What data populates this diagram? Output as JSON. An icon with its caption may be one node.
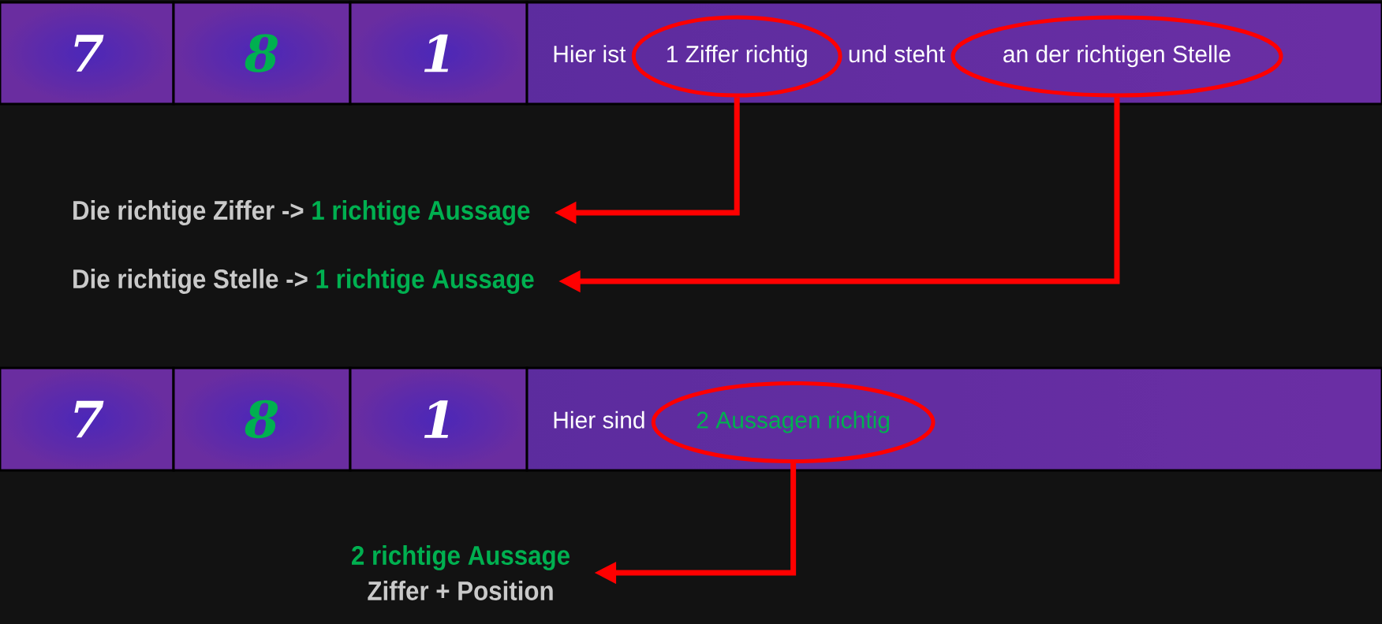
{
  "diagram": {
    "nodes": [
      {
        "text": [
          "7"
        ]
      },
      {
        "text": [
          "8"
        ]
      },
      {
        "text": [
          "1"
        ]
      },
      {
        "text": [
          "Hier ist",
          "und steht"
        ]
      },
      {
        "text": [
          "1 Ziffer richtig"
        ],
        "in": 3
      },
      {
        "text": [
          "an der richtigen Stelle"
        ],
        "in": 3
      },
      {
        "text": [
          "Die richtige Ziffer ->",
          "1 richtige Aussage"
        ]
      },
      {
        "text": [
          "Die richtige Stelle ->",
          "1 richtige Aussage"
        ]
      },
      {
        "text": [
          "7"
        ]
      },
      {
        "text": [
          "8"
        ]
      },
      {
        "text": [
          "1"
        ]
      },
      {
        "text": [
          "Hier sind"
        ]
      },
      {
        "text": [
          "2 Aussagen richtig"
        ],
        "in": 11
      },
      {
        "text": [
          "2 richtige Aussage",
          "Ziffer + Position"
        ]
      }
    ],
    "edges": [
      {
        "from": 4,
        "to": 6,
        "arrow": "to"
      },
      {
        "from": 5,
        "to": 7,
        "arrow": "to"
      },
      {
        "from": 12,
        "to": 13,
        "arrow": "to"
      }
    ]
  }
}
